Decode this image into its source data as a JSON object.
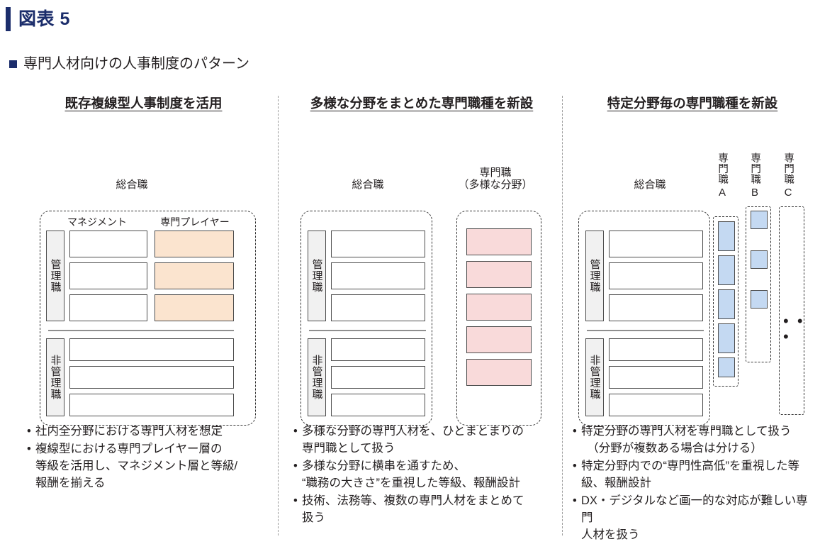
{
  "header": {
    "figure_label": "図表 5",
    "subtitle": "専門人材向けの人事制度のパターン",
    "accent_color": "#1b2d6b"
  },
  "palette": {
    "peach": "#fbe4cf",
    "pink": "#f9dada",
    "blue": "#c4d9f2",
    "label_gray": "#f1f1f1",
    "border_gray": "#4d4d4d"
  },
  "columns": [
    {
      "id": "col-1",
      "header": "既存複線型人事制度を活用",
      "track_label": "総合職",
      "sub_labels": [
        "マネジメント",
        "専門プレイヤー"
      ],
      "rank_labels": {
        "manager": "管理職",
        "non_manager": "非管理職"
      },
      "bullets": [
        "社内全分野における専門人材を想定",
        "複線型における専門プレイヤー層の\n等級を活用し、マネジメント層と等級/\n報酬を揃える"
      ]
    },
    {
      "id": "col-2",
      "header": "多様な分野をまとめた専門職種を新設",
      "track_label": "総合職",
      "specialist_label_line1": "専門職",
      "specialist_label_line2": "（多様な分野）",
      "rank_labels": {
        "manager": "管理職",
        "non_manager": "非管理職"
      },
      "bullets": [
        "多様な分野の専門人材を、ひとまとまりの\n専門職として扱う",
        "多様な分野に横串を通すため、\n“職務の大きさ”を重視した等級、報酬設計",
        "技術、法務等、複数の専門人材をまとめて\n扱う"
      ]
    },
    {
      "id": "col-3",
      "header": "特定分野毎の専門職種を新設",
      "track_label": "総合職",
      "rank_labels": {
        "manager": "管理職",
        "non_manager": "非管理職"
      },
      "specialist_tracks": [
        {
          "jp": "専門職",
          "latin": "A",
          "boxes": 5
        },
        {
          "jp": "専門職",
          "latin": "B",
          "boxes": 3
        },
        {
          "jp": "専門職",
          "latin": "C",
          "boxes": 0
        }
      ],
      "ellipsis": "• • •",
      "bullets": [
        "特定分野の専門人材を専門職として扱う\n　（分野が複数ある場合は分ける）",
        "特定分野内での“専門性高低”を重視した等\n級、報酬設計",
        "DX・デジタルなど画一的な対応が難しい専門\n人材を扱う"
      ]
    }
  ]
}
